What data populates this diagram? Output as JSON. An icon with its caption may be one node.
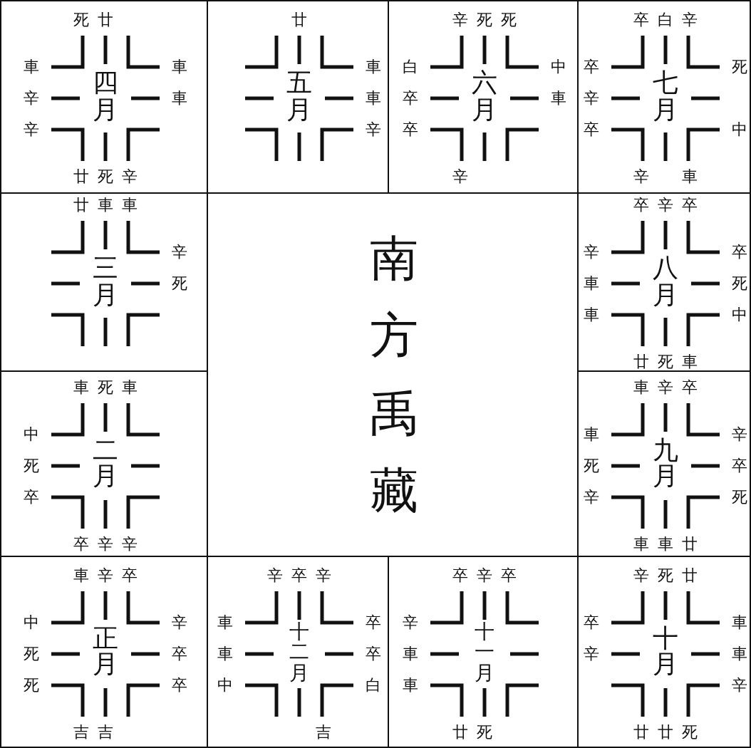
{
  "diagram": {
    "nodes": [
      {
        "text": [
          "四月",
          "死",
          "廿",
          "車",
          "辛",
          "辛",
          "車",
          "車",
          "廿",
          "死",
          "辛"
        ]
      },
      {
        "text": [
          "五月",
          "廿",
          "車",
          "車",
          "辛"
        ]
      },
      {
        "text": [
          "六月",
          "辛",
          "死",
          "死",
          "白",
          "卒",
          "卒",
          "中",
          "車",
          "辛"
        ]
      },
      {
        "text": [
          "七月",
          "卒",
          "白",
          "辛",
          "卒",
          "辛",
          "卒",
          "死",
          "中",
          "辛",
          "車"
        ]
      },
      {
        "text": [
          "三月",
          "廿",
          "車",
          "車",
          "辛",
          "死"
        ]
      },
      {
        "text": [
          "南方禹藏"
        ]
      },
      {
        "text": [
          "八月",
          "卒",
          "辛",
          "卒",
          "辛",
          "車",
          "車",
          "卒",
          "死",
          "中",
          "廿",
          "死",
          "車"
        ]
      },
      {
        "text": [
          "二月",
          "車",
          "死",
          "車",
          "中",
          "死",
          "卒",
          "卒",
          "辛",
          "辛"
        ]
      },
      {
        "text": [
          "九月",
          "車",
          "辛",
          "卒",
          "車",
          "死",
          "辛",
          "辛",
          "卒",
          "死",
          "車",
          "車",
          "廿"
        ]
      },
      {
        "text": [
          "正月",
          "車",
          "辛",
          "卒",
          "中",
          "死",
          "死",
          "辛",
          "卒",
          "卒",
          "吉",
          "吉"
        ]
      },
      {
        "text": [
          "十二月",
          "辛",
          "卒",
          "辛",
          "車",
          "車",
          "中",
          "卒",
          "卒",
          "白",
          "吉"
        ]
      },
      {
        "text": [
          "十一月",
          "卒",
          "辛",
          "卒",
          "辛",
          "車",
          "車",
          "廿",
          "死"
        ]
      },
      {
        "text": [
          "十月",
          "辛",
          "死",
          "廿",
          "卒",
          "辛",
          "車",
          "車",
          "辛",
          "廿",
          "廿",
          "死"
        ]
      }
    ]
  }
}
